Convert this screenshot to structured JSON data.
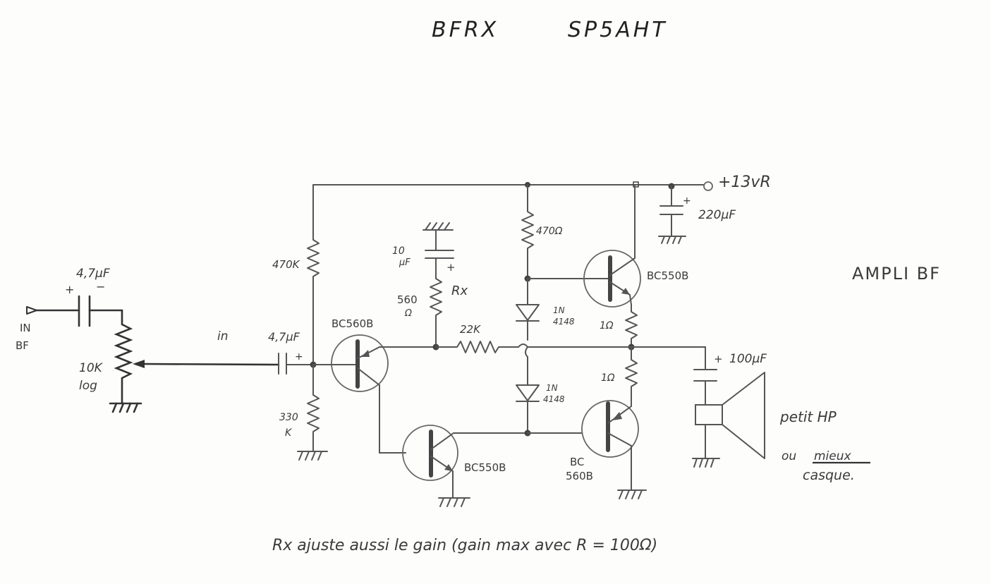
{
  "title": {
    "left": "BFRX",
    "right": "SP5AHT"
  },
  "section_label": "AMPLI BF",
  "supply": {
    "label": "+13vR",
    "decoupling_cap": "220µF"
  },
  "input": {
    "connector_label_line1": "IN",
    "connector_label_line2": "BF",
    "coupling_cap": "4,7µF",
    "cap_plus": "+",
    "cap_minus": "−",
    "volume_pot_value": "10K",
    "volume_pot_type": "log",
    "signal_label": "in"
  },
  "bias": {
    "coupling_cap": "4,7µF",
    "cap_plus": "+",
    "upper_resistor": "470K",
    "lower_resistor_line1": "330",
    "lower_resistor_line2": "K"
  },
  "feedback": {
    "cap_value_line1": "10",
    "cap_value_line2": "µF",
    "cap_plus": "+",
    "rx_value_line1": "560",
    "rx_value_line2": "Ω",
    "rx_label": "Rx",
    "series_resistor": "22K"
  },
  "transistors": [
    {
      "id": "q1",
      "type": "BC560B",
      "label": "BC560B"
    },
    {
      "id": "q2",
      "type": "BC550B",
      "label": "BC550B"
    },
    {
      "id": "q3",
      "type": "BC550B",
      "label": "BC550B"
    },
    {
      "id": "q4",
      "type": "BC560B",
      "label_line1": "BC",
      "label_line2": "560B"
    }
  ],
  "output_stage": {
    "collector_resistor": "470Ω",
    "diode_upper_line1": "1N",
    "diode_upper_line2": "4148",
    "diode_lower_line1": "1N",
    "diode_lower_line2": "4148",
    "emitter_resistor_upper": "1Ω",
    "emitter_resistor_lower": "1Ω"
  },
  "output": {
    "coupling_cap": "100µF",
    "cap_plus": "+",
    "speaker_label": "petit HP",
    "alt_label_prefix": "ou",
    "alt_label_emph": "mieux",
    "alt_label_line2": "casque."
  },
  "footnote": "Rx ajuste aussi le gain (gain max avec R = 100Ω)"
}
